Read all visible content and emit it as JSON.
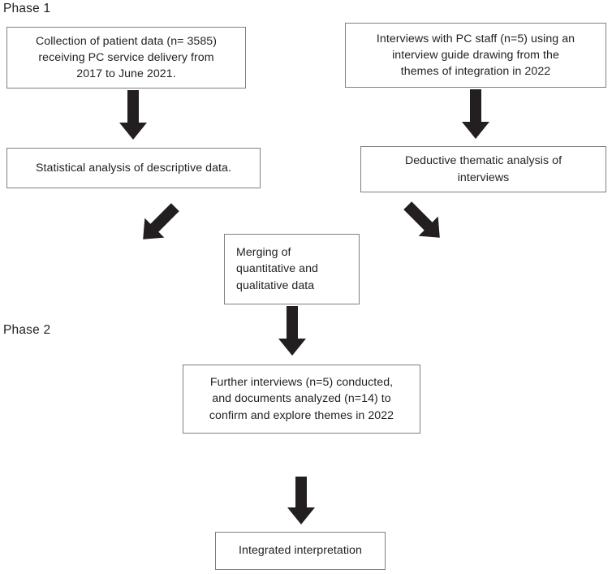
{
  "diagram": {
    "title_phases": [
      {
        "id": "phase-1",
        "label": "Phase 1"
      },
      {
        "id": "phase-2",
        "label": "Phase 2"
      }
    ],
    "colors": {
      "box_border": "#7f7f7f",
      "text": "#231f20",
      "arrow_fill": "#231f20",
      "background": "#ffffff"
    },
    "nodes": [
      {
        "id": "collection-of-patient-data",
        "text": "Collection of patient data (n= 3585)\nreceiving PC service delivery from\n2017 to June 2021.",
        "align": "center"
      },
      {
        "id": "interviews-with-pc-staff",
        "text": "Interviews with PC staff (n=5) using an\ninterview guide drawing from the\nthemes of integration in 2022",
        "align": "center"
      },
      {
        "id": "statistical-analysis",
        "text": "Statistical analysis of descriptive data.",
        "align": "center"
      },
      {
        "id": "deductive-thematic-analysis",
        "text": "Deductive thematic analysis of\ninterviews",
        "align": "center"
      },
      {
        "id": "merging-of-data",
        "text": "Merging of\nquantitative and\nqualitative data",
        "align": "left"
      },
      {
        "id": "further-interviews",
        "text": "Further interviews (n=5) conducted,\nand documents analyzed (n=14) to\nconfirm and explore themes in 2022",
        "align": "center"
      },
      {
        "id": "integrated-interpretation",
        "text": "Integrated interpretation",
        "align": "center"
      }
    ],
    "arrows": [
      {
        "id": "arrow-collection-to-statistical",
        "direction": "down"
      },
      {
        "id": "arrow-interviews-to-thematic",
        "direction": "down"
      },
      {
        "id": "arrow-statistical-to-merging",
        "direction": "down-right"
      },
      {
        "id": "arrow-thematic-to-merging",
        "direction": "down-left"
      },
      {
        "id": "arrow-merging-to-further-interviews",
        "direction": "down"
      },
      {
        "id": "arrow-further-interviews-to-integrated",
        "direction": "down"
      }
    ]
  }
}
